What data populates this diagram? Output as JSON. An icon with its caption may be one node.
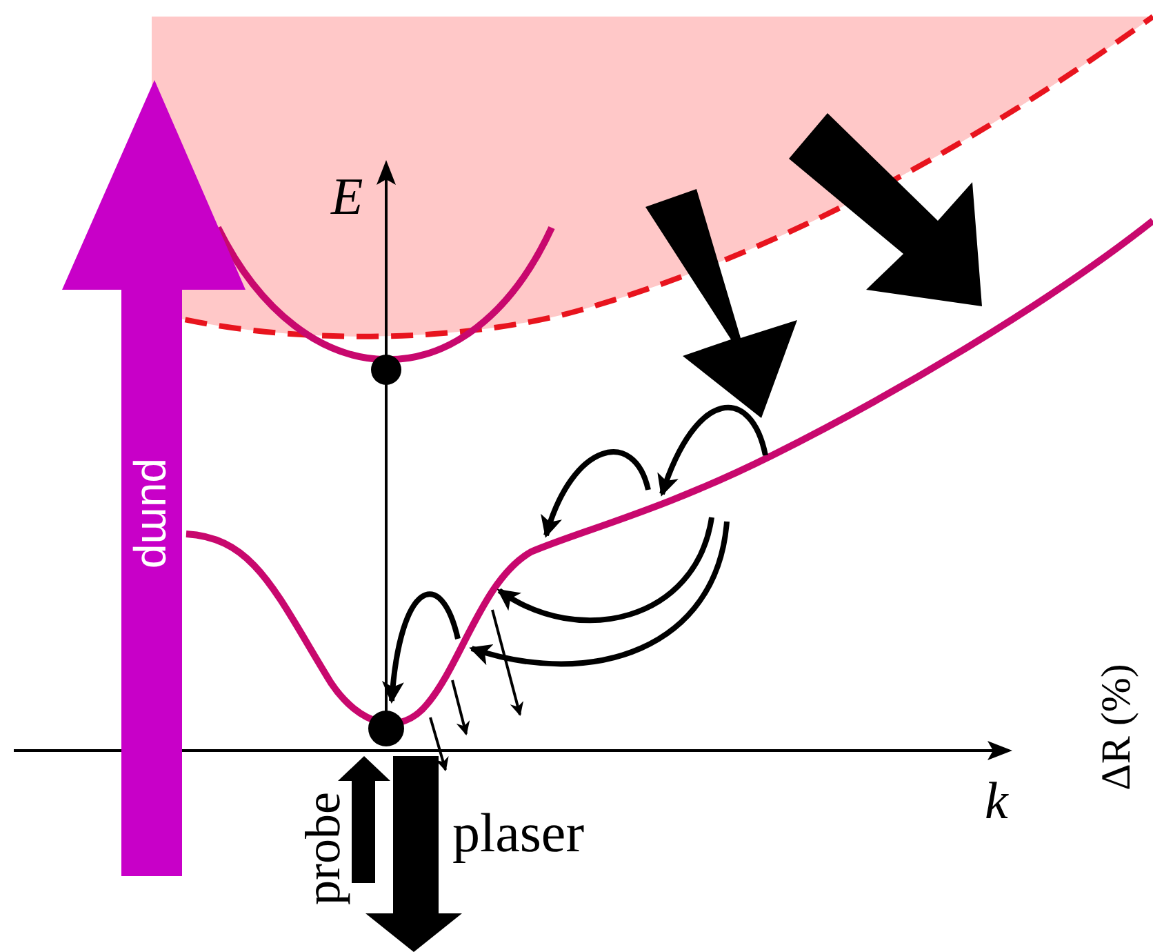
{
  "diagram": {
    "labels": [
      "E",
      "pump",
      "k",
      "probe",
      "plaser",
      "ΔR (%)"
    ]
  }
}
